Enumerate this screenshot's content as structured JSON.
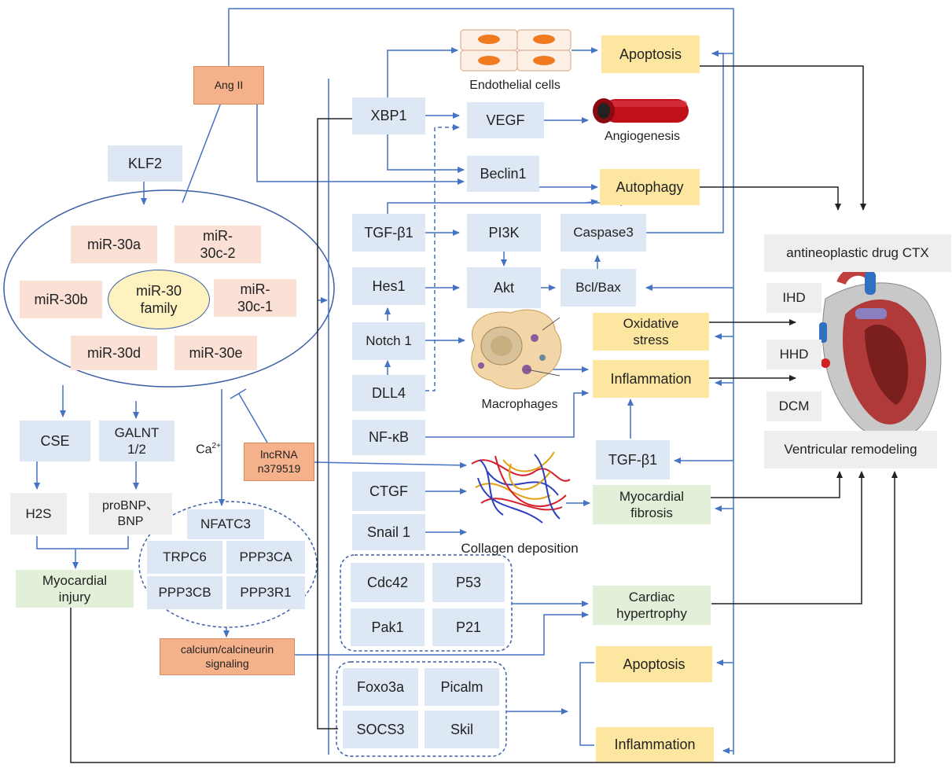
{
  "nodes": {
    "ang2": "Ang II",
    "klf2": "KLF2",
    "mir30a": "miR-30a",
    "mir30c2": "miR-\n30c-2",
    "mir30b": "miR-30b",
    "mir30family": "miR-30\nfamily",
    "mir30c1": "miR-\n30c-1",
    "mir30d": "miR-30d",
    "mir30e": "miR-30e",
    "cse": "CSE",
    "galnt": "GALNT\n1/2",
    "ca2": "Ca",
    "ca2_sup": "2+",
    "lncrna": "lncRNA\nn379519",
    "h2s": "H2S",
    "probnp": "proBNP、\nBNP",
    "nfatc3": "NFATC3",
    "trpc6": "TRPC6",
    "ppp3ca": "PPP3CA",
    "ppp3cb": "PPP3CB",
    "ppp3r1": "PPP3R1",
    "myocardial_injury": "Myocardial\ninjury",
    "calcium_signaling": "calcium/calcineurin\nsignaling",
    "xbp1": "XBP1",
    "vegf": "VEGF",
    "beclin1": "Beclin1",
    "tgfb1_top": "TGF-β1",
    "pi3k": "PI3K",
    "caspase3": "Caspase3",
    "hes1": "Hes1",
    "akt": "Akt",
    "bclbax": "Bcl/Bax",
    "notch1": "Notch 1",
    "dll4": "DLL4",
    "nfkb": "NF-κB",
    "ctgf": "CTGF",
    "snail1": "Snail 1",
    "tgfb1_mid": "TGF-β1",
    "cdc42": "Cdc42",
    "p53": "P53",
    "pak1": "Pak1",
    "p21": "P21",
    "foxo3a": "Foxo3a",
    "picalm": "Picalm",
    "socs3": "SOCS3",
    "skil": "Skil",
    "apoptosis_top": "Apoptosis",
    "autophagy": "Autophagy",
    "oxidative_stress": "Oxidative\nstress",
    "inflammation_mid": "Inflammation",
    "myocardial_fibrosis": "Myocardial\nfibrosis",
    "cardiac_hypertrophy": "Cardiac\nhypertrophy",
    "apoptosis_bottom": "Apoptosis",
    "inflammation_bottom": "Inflammation",
    "antineoplastic": "antineoplastic drug CTX",
    "ihd": "IHD",
    "hhd": "HHD",
    "dcm": "DCM",
    "ventricular_remodeling": "Ventricular remodeling"
  },
  "image_labels": {
    "endothelial_cells": "Endothelial cells",
    "angiogenesis": "Angiogenesis",
    "macrophages": "Macrophages",
    "collagen_deposition": "Collagen deposition"
  },
  "colors": {
    "arrow": "#4472c4",
    "black_line": "#222222",
    "blue_box": "#dde8f4",
    "pink_box": "#fbe0d6",
    "orange_box": "#f4b18a",
    "yellow_box": "#fde7a0",
    "green_box": "#e2f0d9",
    "gray_box": "#eeeeee"
  }
}
